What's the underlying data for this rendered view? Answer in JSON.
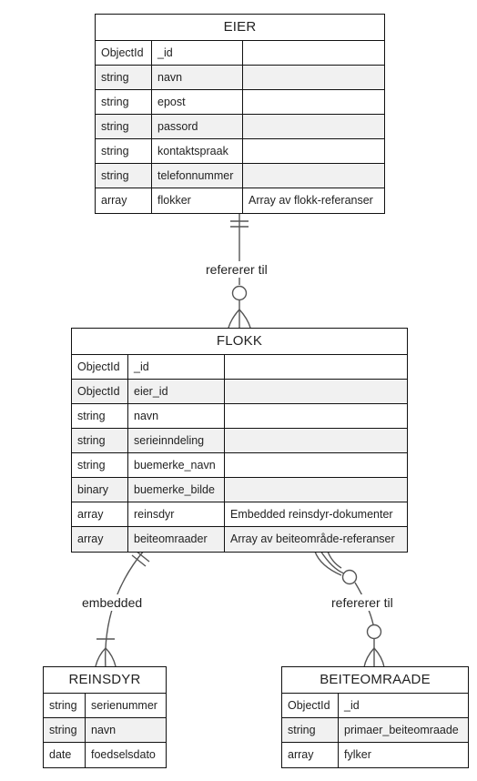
{
  "entities": [
    {
      "name": "EIER",
      "rows": [
        {
          "type": "ObjectId",
          "field": "_id",
          "note": ""
        },
        {
          "type": "string",
          "field": "navn",
          "note": ""
        },
        {
          "type": "string",
          "field": "epost",
          "note": ""
        },
        {
          "type": "string",
          "field": "passord",
          "note": ""
        },
        {
          "type": "string",
          "field": "kontaktspraak",
          "note": ""
        },
        {
          "type": "string",
          "field": "telefonnummer",
          "note": ""
        },
        {
          "type": "array",
          "field": "flokker",
          "note": "Array av flokk-referanser"
        }
      ]
    },
    {
      "name": "FLOKK",
      "rows": [
        {
          "type": "ObjectId",
          "field": "_id",
          "note": ""
        },
        {
          "type": "ObjectId",
          "field": "eier_id",
          "note": ""
        },
        {
          "type": "string",
          "field": "navn",
          "note": ""
        },
        {
          "type": "string",
          "field": "serieinndeling",
          "note": ""
        },
        {
          "type": "string",
          "field": "buemerke_navn",
          "note": ""
        },
        {
          "type": "binary",
          "field": "buemerke_bilde",
          "note": ""
        },
        {
          "type": "array",
          "field": "reinsdyr",
          "note": "Embedded reinsdyr-dokumenter"
        },
        {
          "type": "array",
          "field": "beiteomraader",
          "note": "Array av beiteområde-referanser"
        }
      ]
    },
    {
      "name": "REINSDYR",
      "rows": [
        {
          "type": "string",
          "field": "serienummer"
        },
        {
          "type": "string",
          "field": "navn"
        },
        {
          "type": "date",
          "field": "foedselsdato"
        }
      ]
    },
    {
      "name": "BEITEOMRAADE",
      "rows": [
        {
          "type": "ObjectId",
          "field": "_id"
        },
        {
          "type": "string",
          "field": "primaer_beiteomraade"
        },
        {
          "type": "array",
          "field": "fylker"
        }
      ]
    }
  ],
  "relationships": [
    {
      "from": "EIER",
      "to": "FLOKK",
      "label": "refererer til",
      "from_cardinality": "exactly-one",
      "to_cardinality": "zero-or-many"
    },
    {
      "from": "FLOKK",
      "to": "REINSDYR",
      "label": "embedded",
      "from_cardinality": "exactly-one",
      "to_cardinality": "one-or-many"
    },
    {
      "from": "FLOKK",
      "to": "BEITEOMRAADE",
      "label": "refererer til",
      "from_cardinality": "zero-or-many",
      "to_cardinality": "zero-or-many"
    }
  ],
  "colors": {
    "line": "#111111",
    "connector": "#555555",
    "alt_row": "#f1f1f1"
  }
}
